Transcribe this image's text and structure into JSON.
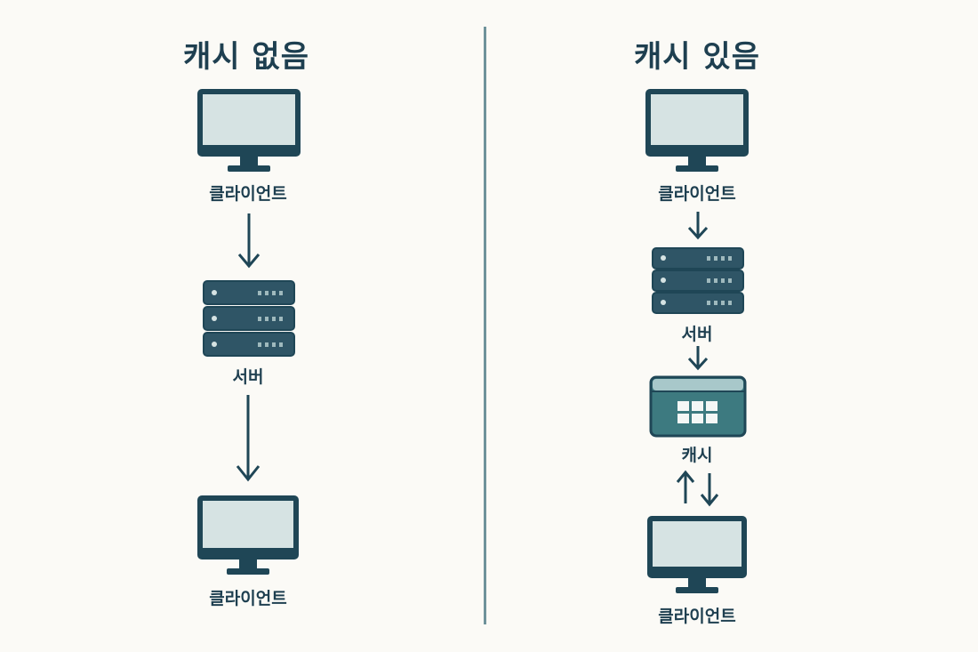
{
  "left": {
    "title": "캐시 없음",
    "client_top_label": "클라이언트",
    "server_label": "서버",
    "client_bottom_label": "클라이언트"
  },
  "right": {
    "title": "캐시 있음",
    "client_top_label": "클라이언트",
    "server_label": "서버",
    "cache_label": "캐시",
    "client_bottom_label": "클라이언트"
  },
  "colors": {
    "dark": "#1f4656",
    "screen": "#d6e3e3",
    "server_body": "#2f5566",
    "cache_body": "#3d7a80",
    "cache_top": "#a8c8ca",
    "divider": "#6f939b",
    "background": "#fbfaf6"
  }
}
